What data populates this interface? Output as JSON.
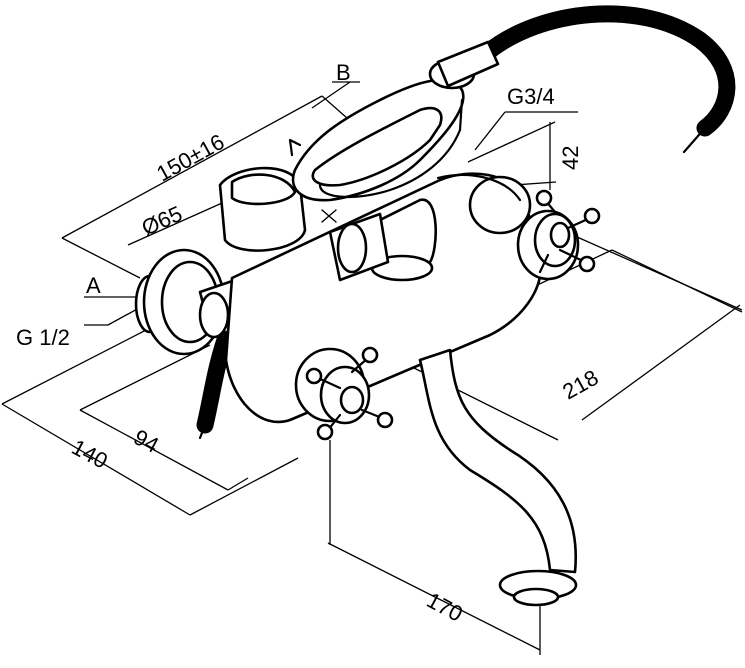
{
  "labels": {
    "b": "B",
    "g34": "G3/4",
    "dim_42": "42",
    "dim_150": "150±16",
    "dia_65": "Ø65",
    "a": "A",
    "g12": "G 1/2",
    "dim_218": "218",
    "dim_94": "94",
    "dim_140": "140",
    "dim_170": "170"
  }
}
